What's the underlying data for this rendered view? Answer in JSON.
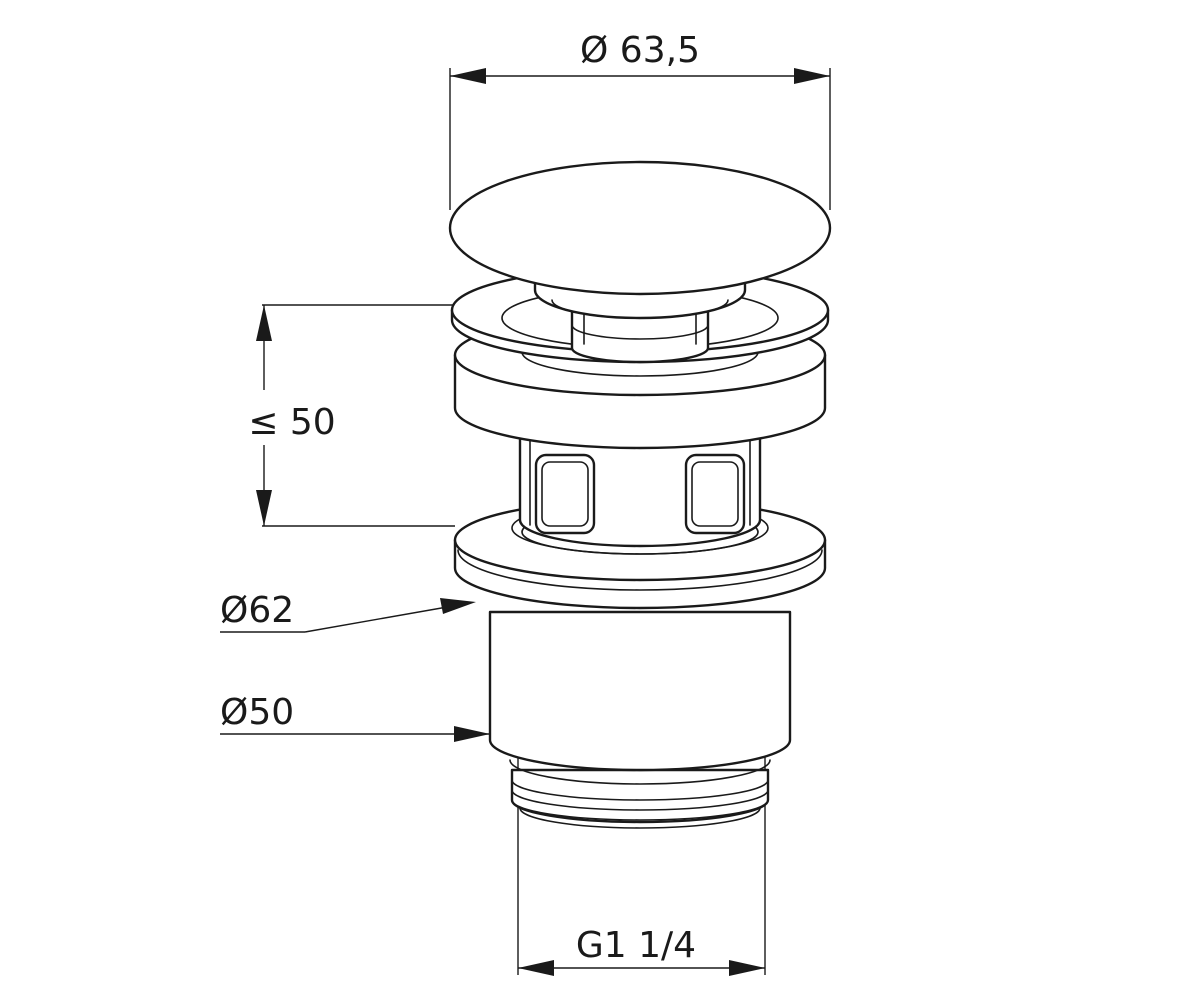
{
  "dimensions": {
    "cap_diameter": "Ø 63,5",
    "height": "≤ 50",
    "flange_diameter": "Ø62",
    "body_diameter": "Ø50",
    "thread": "G1 1/4"
  },
  "colors": {
    "line": "#1a1a1a",
    "background": "#ffffff"
  }
}
